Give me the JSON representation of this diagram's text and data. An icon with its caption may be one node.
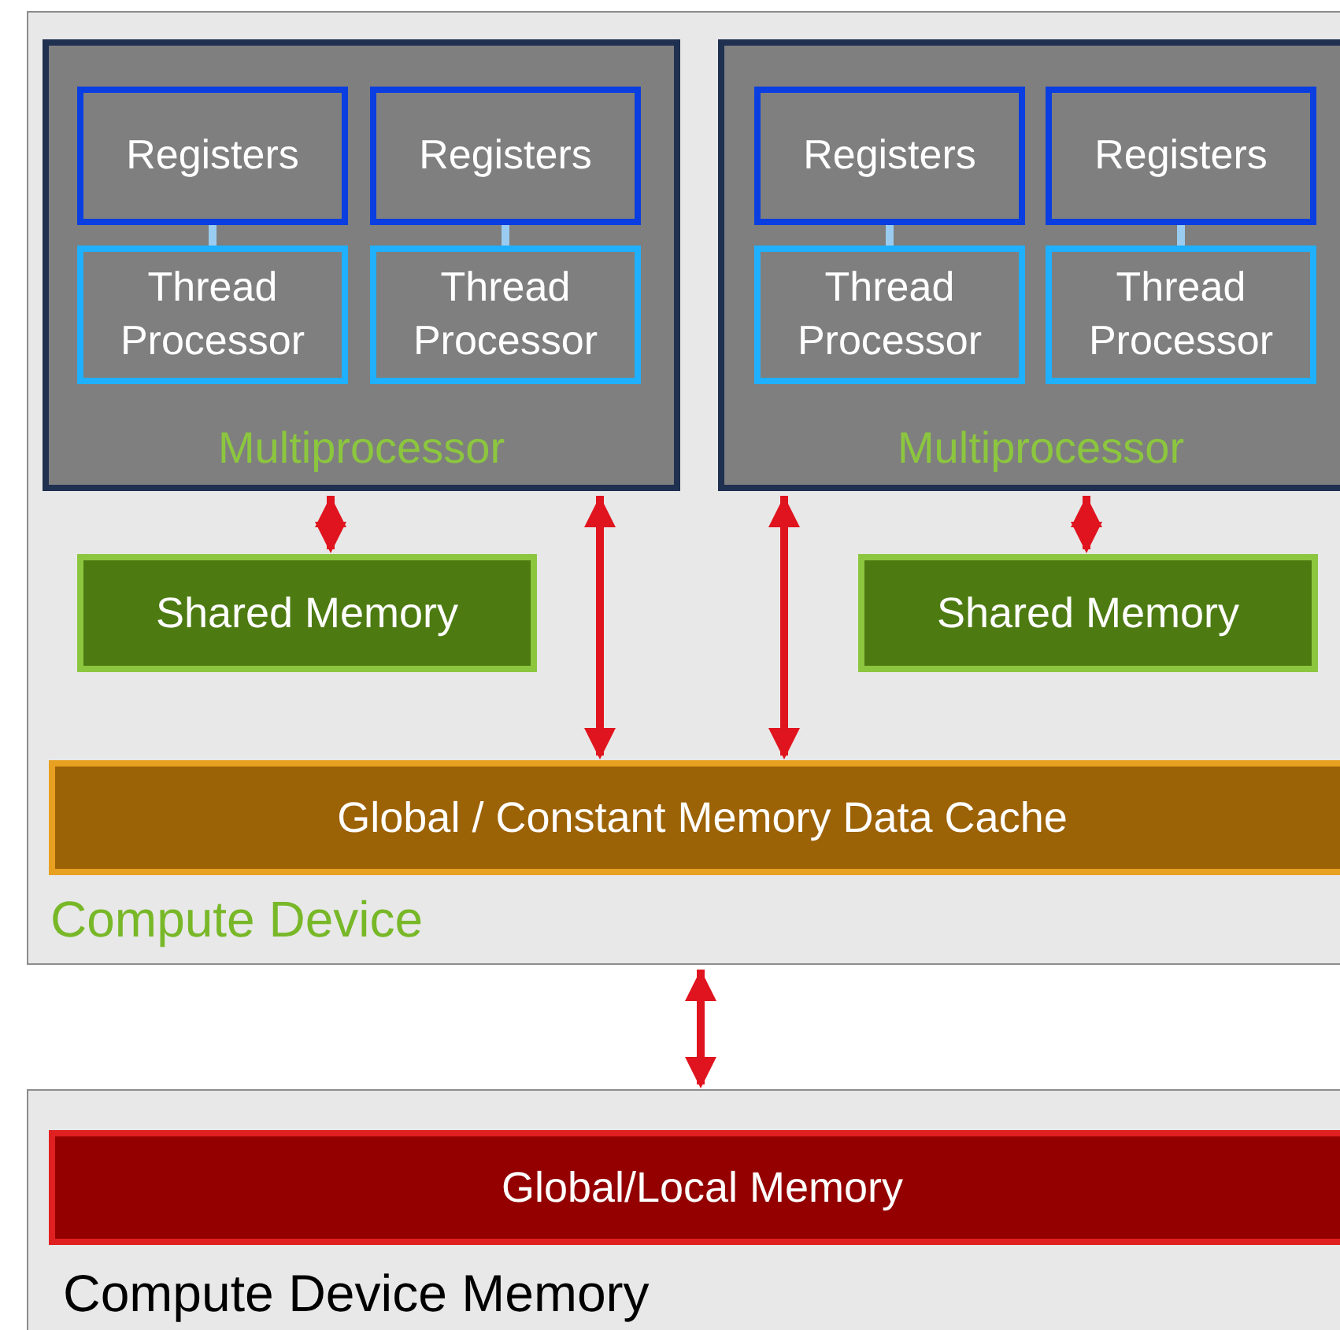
{
  "diagram": {
    "nodes": [
      {
        "text": [
          "Compute Device"
        ]
      },
      {
        "text": [
          "Multiprocessor"
        ],
        "in": 0
      },
      {
        "text": [
          "Registers"
        ],
        "in": 1
      },
      {
        "text": [
          "Registers"
        ],
        "in": 1
      },
      {
        "text": [
          "Thread Processor"
        ],
        "in": 1
      },
      {
        "text": [
          "Thread Processor"
        ],
        "in": 1
      },
      {
        "text": [
          "Multiprocessor"
        ],
        "in": 0
      },
      {
        "text": [
          "Registers"
        ],
        "in": 6
      },
      {
        "text": [
          "Registers"
        ],
        "in": 6
      },
      {
        "text": [
          "Thread Processor"
        ],
        "in": 6
      },
      {
        "text": [
          "Thread Processor"
        ],
        "in": 6
      },
      {
        "text": [
          "Shared Memory"
        ],
        "in": 0
      },
      {
        "text": [
          "Shared Memory"
        ],
        "in": 0
      },
      {
        "text": [
          "Global / Constant Memory Data Cache"
        ],
        "in": 0
      },
      {
        "text": [
          "Compute Device Memory"
        ]
      },
      {
        "text": [
          "Global/Local Memory"
        ],
        "in": 14
      }
    ],
    "edges": [
      {
        "from": 2,
        "to": 4,
        "arrow": "none",
        "color": "#99ccf0"
      },
      {
        "from": 3,
        "to": 5,
        "arrow": "none",
        "color": "#99ccf0"
      },
      {
        "from": 7,
        "to": 9,
        "arrow": "none",
        "color": "#99ccf0"
      },
      {
        "from": 8,
        "to": 10,
        "arrow": "none",
        "color": "#99ccf0"
      },
      {
        "from": 1,
        "to": 11,
        "arrow": "both"
      },
      {
        "from": 1,
        "to": 13,
        "arrow": "both"
      },
      {
        "from": 6,
        "to": 13,
        "arrow": "both"
      },
      {
        "from": 6,
        "to": 12,
        "arrow": "both"
      },
      {
        "from": 0,
        "to": 14,
        "arrow": "both"
      }
    ]
  }
}
